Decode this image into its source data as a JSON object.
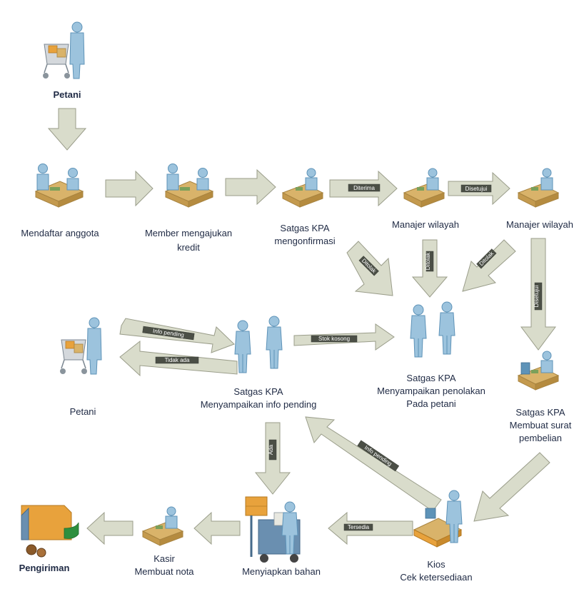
{
  "nodes": {
    "petani_top": "Petani",
    "mendaftar": "Mendaftar anggota",
    "member_line1": "Member mengajukan",
    "member_line2": "kredit",
    "satgas_kpa1_line1": "Satgas KPA",
    "satgas_kpa1_line2": "mengonfirmasi",
    "manajer_wilayah1": "Manajer wilayah",
    "manajer_wilayah2": "Manajer wilayah",
    "satgas_kpa2_line1": "Satgas KPA",
    "satgas_kpa2_line2": "Menyampaikan penolakan",
    "satgas_kpa2_line3": "Pada petani",
    "petani_mid": "Petani",
    "satgas_kpa3_line1": "Satgas KPA",
    "satgas_kpa3_line2": "Menyampaikan info pending",
    "satgas_kpa4_line1": "Satgas KPA",
    "satgas_kpa4_line2": "Membuat surat",
    "satgas_kpa4_line3": "pembelian",
    "pengiriman": "Pengiriman",
    "kasir_line1": "Kasir",
    "kasir_line2": "Membuat nota",
    "menyiapkan": "Menyiapkan bahan",
    "kios_line1": "Kios",
    "kios_line2": "Cek ketersediaan"
  },
  "arrow_labels": {
    "diterima": "Diterima",
    "disetujui": "Disetujui",
    "ditolak_1": "Ditolak",
    "ditolak_2": "Ditolak",
    "ditolak_3": "Ditolak",
    "disetujui_v": "Disetujui",
    "info_pending": "Info pending",
    "info_pending_back": "Info pending",
    "tidak_ada": "Tidak ada",
    "stok_kosong": "Stok kosong",
    "ada": "Ada",
    "tersedia": "Tersedia"
  },
  "colors": {
    "person": "#9cc3dd",
    "person_dark": "#5e93b8",
    "desk": "#d9b36a",
    "desk_dark": "#a88440",
    "arrow_fill": "#d9dccb",
    "text": "#1f2a44",
    "box": "#e8a23c",
    "truck": "#6a8fb0"
  }
}
